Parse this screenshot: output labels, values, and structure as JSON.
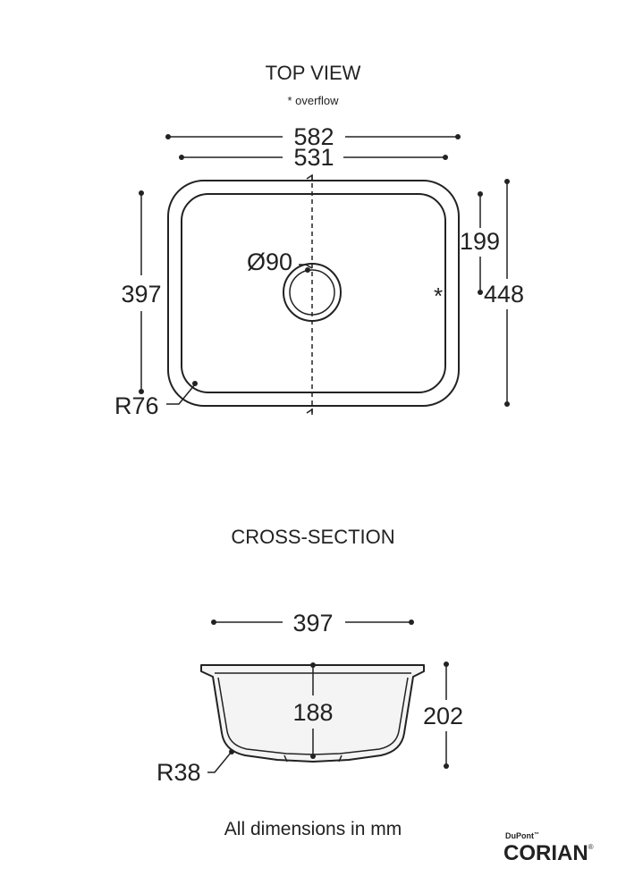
{
  "top_view": {
    "title": "TOP VIEW",
    "note": "* overflow",
    "overflow_marker": "*",
    "dimensions": {
      "overall_width": "582",
      "inner_width": "531",
      "inner_depth": "397",
      "overall_depth": "448",
      "overflow_offset": "199",
      "drain_diameter": "Ø90",
      "corner_radius": "R76"
    }
  },
  "cross_section": {
    "title": "CROSS-SECTION",
    "dimensions": {
      "width": "397",
      "inner_depth": "188",
      "overall_height": "202",
      "bottom_radius": "R38"
    }
  },
  "footer": {
    "units_note": "All dimensions in mm"
  },
  "brand": {
    "maker": "DuPont",
    "maker_mark": "™",
    "product": "CORIAN",
    "product_mark": "®"
  }
}
